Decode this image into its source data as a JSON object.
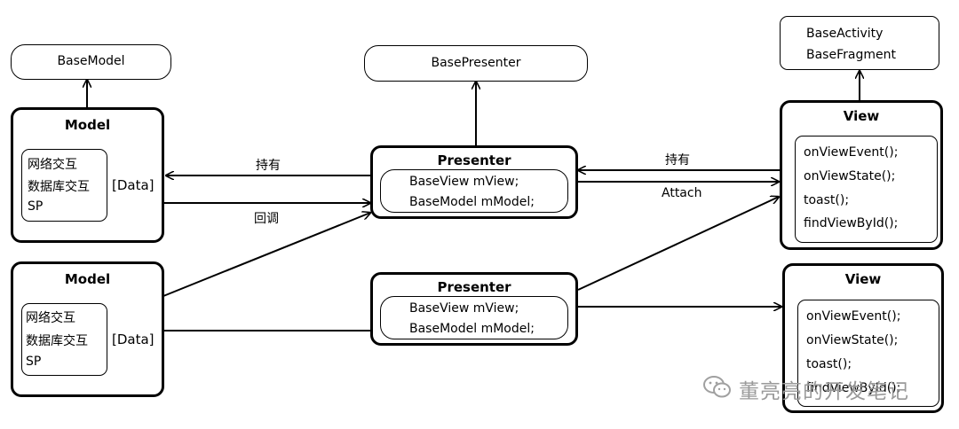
{
  "base_model": "BaseModel",
  "base_presenter": "BasePresenter",
  "base_activity": "BaseActivity",
  "base_fragment": "BaseFragment",
  "model_top": {
    "title": "Model",
    "items": [
      "网络交互",
      "数据库交互",
      "SP"
    ],
    "data_label": "[Data]"
  },
  "model_bottom": {
    "title": "Model",
    "items": [
      "网络交互",
      "数据库交互",
      "SP"
    ],
    "data_label": "[Data]"
  },
  "presenter_top": {
    "title": "Presenter",
    "fields": [
      "BaseView mView;",
      "BaseModel mModel;"
    ]
  },
  "presenter_bottom": {
    "title": "Presenter",
    "fields": [
      "BaseView mView;",
      "BaseModel mModel;"
    ]
  },
  "view_top": {
    "title": "View",
    "methods": [
      "onViewEvent();",
      "onViewState();",
      "toast();",
      "findViewById();"
    ]
  },
  "view_bottom": {
    "title": "View",
    "methods": [
      "onViewEvent();",
      "onViewState();",
      "toast();",
      "findViewById();"
    ]
  },
  "labels": {
    "hold_left": "持有",
    "callback": "回调",
    "hold_right": "持有",
    "attach": "Attach"
  },
  "watermark": "董亮亮的开发笔记"
}
